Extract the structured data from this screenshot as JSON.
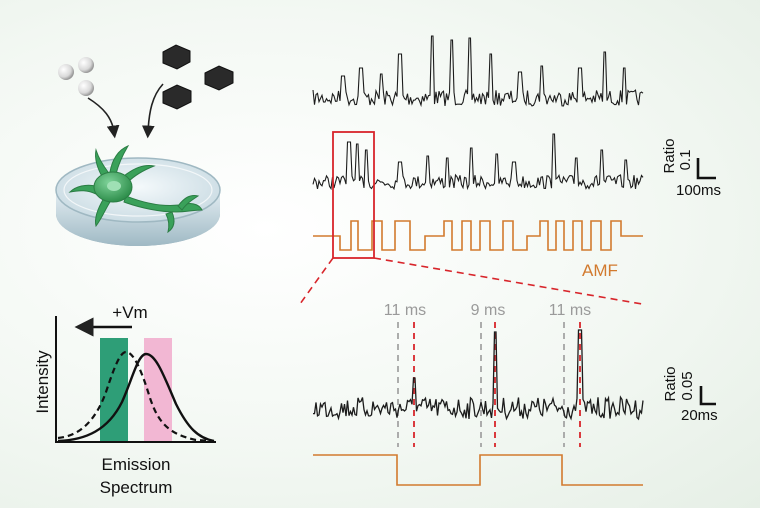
{
  "colors": {
    "trace": "#1c1c1c",
    "amf": "#d27a2e",
    "highlight": "#d8252b",
    "grey_marker": "#9a9a9a",
    "green_band": "#2e9e77",
    "pink_band": "#f2b7d3",
    "neuron": "#3aa15a"
  },
  "icons": {
    "particles_small": "white-sphere-icon",
    "particles_large": "black-hexagon-icon",
    "dish": "petri-dish-icon",
    "neuron": "neuron-icon"
  },
  "spectrum": {
    "arrow_label": "+Vm",
    "y_label": "Intensity",
    "x_label_line1": "Emission",
    "x_label_line2": "Spectrum"
  },
  "top_panel": {
    "amf_label": "AMF",
    "scale_y_title": "Ratio",
    "scale_y_value": "0.1",
    "scale_x_value": "100ms"
  },
  "zoom_panel": {
    "delays": [
      "11 ms",
      "9 ms",
      "11 ms"
    ],
    "scale_y_title": "Ratio",
    "scale_y_value": "0.05",
    "scale_x_value": "20ms"
  }
}
